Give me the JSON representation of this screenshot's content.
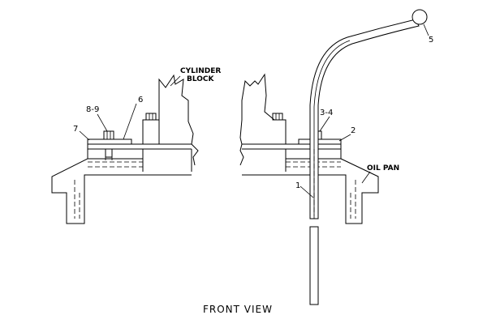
{
  "labels": {
    "cylinder_block": [
      "CYLINDER",
      "BLOCK"
    ],
    "oil_pan": "OIL PAN",
    "view_title": "FRONT VIEW"
  },
  "callouts": {
    "c1": "1",
    "c2": "2",
    "c3_4": "3-4",
    "c5": "5",
    "c6": "6",
    "c7": "7",
    "c8_9": "8-9"
  }
}
